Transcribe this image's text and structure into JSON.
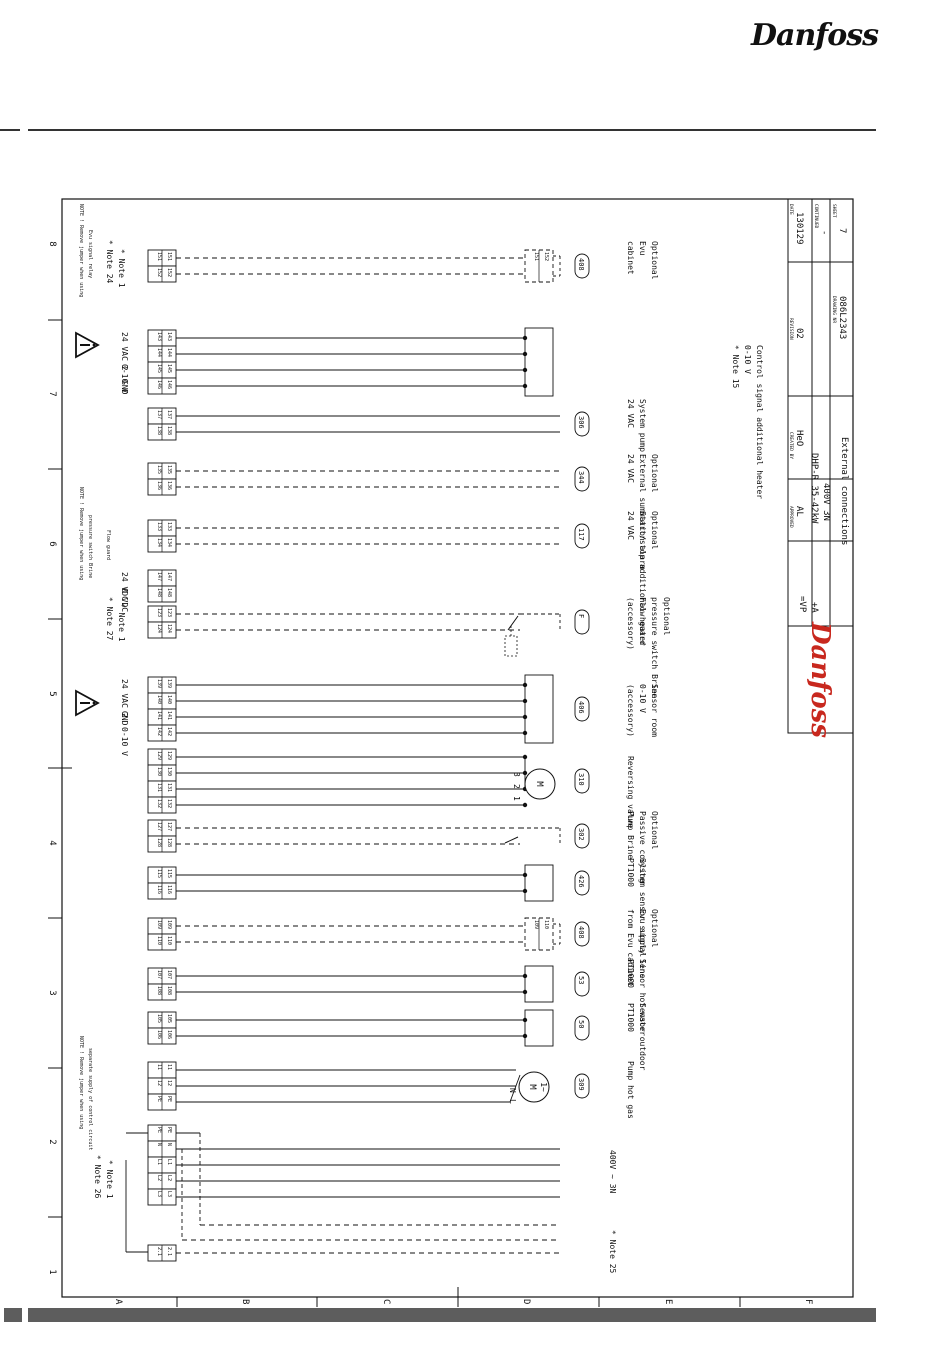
{
  "header": {
    "logo_text": "Danfoss"
  },
  "title_block": {
    "date_label": "DATE",
    "date_value": "130129",
    "continued_label": "CONTINUED",
    "continued_value": "-",
    "sheet_label": "SHEET",
    "sheet_value": "7",
    "revision_label": "REVISION",
    "revision_value": "02",
    "drawing_nr_label": "DRAWING NR",
    "drawing_nr_value": "086L2343",
    "created_by_label": "CREATED BY",
    "created_by_value": "HeO",
    "approved_label": "APPROVED",
    "approved_value": "AL",
    "product_line1": "DHP-R 35-42kW",
    "product_line2": "400V 3N",
    "product_line3": "External connections",
    "ref1": "=VP",
    "ref2": "+A",
    "logo_text": "Danfoss"
  },
  "grid": {
    "rows": [
      "1",
      "2",
      "3",
      "4",
      "5",
      "6",
      "7",
      "8"
    ],
    "cols": [
      "A",
      "B",
      "C",
      "D",
      "E",
      "F"
    ]
  },
  "notes": {
    "n8a": "NOTE ! Remove jumper when using",
    "n8b": "Evu signal relay",
    "n8c": "* Note 24",
    "n8d": "* Note 1",
    "n6a": "NOTE ! Remove jumper when using",
    "n6b": "pressure switch Brine",
    "n6c": "Flow guard",
    "n6d": "* Note 27",
    "n6e": "* Note 1",
    "n2a": "NOTE ! Remove jumper when using",
    "n2b": "separate supply of control circuit",
    "n2c": "* Note 26",
    "n2d": "* Note 1"
  },
  "groups": [
    {
      "terminals": [
        "151",
        "152"
      ],
      "sig": [],
      "labels": [
        "Optional",
        "Evu",
        "cabinet"
      ],
      "ref": "408"
    },
    {
      "terminals": [
        "143",
        "144",
        "145",
        "146"
      ],
      "sig": [
        "24 VAC 2",
        "",
        "0-10 V",
        "GND"
      ],
      "labels": [
        "Control signal additional heater",
        "0-10 V",
        "* Note 15"
      ],
      "ref": ""
    },
    {
      "terminals": [
        "137",
        "138"
      ],
      "sig": [],
      "labels": [
        "System pump",
        "24 VAC"
      ],
      "ref": "306"
    },
    {
      "terminals": [
        "135",
        "136"
      ],
      "sig": [],
      "labels": [
        "Optional",
        "External summation alarm",
        "24 VAC"
      ],
      "ref": "344"
    },
    {
      "terminals": [
        "133",
        "134"
      ],
      "sig": [],
      "labels": [
        "Optional",
        "Start/stop additional heater",
        "24 VAC"
      ],
      "ref": "117"
    },
    {
      "terminals": [
        "147",
        "148"
      ],
      "sig": [
        "24 VDC",
        "0 VDC"
      ],
      "labels": [],
      "ref": ""
    },
    {
      "terminals": [
        "123",
        "124"
      ],
      "sig": [],
      "labels": [
        "Optional",
        "pressure switch Brine",
        "Flow guard",
        "(accessory)"
      ],
      "ref": "F"
    },
    {
      "terminals": [
        "139",
        "140",
        "141",
        "142"
      ],
      "sig": [
        "24 VAC 2",
        "",
        "GND",
        "0-10 V"
      ],
      "labels": [
        "Sensor room",
        "0-10 V",
        "(accessory)"
      ],
      "ref": "406"
    },
    {
      "terminals": [
        "129",
        "130",
        "131",
        "132"
      ],
      "sig": [],
      "labels": [
        "Reversing valve"
      ],
      "ref": "310",
      "pins": [
        "1",
        "2",
        "3"
      ]
    },
    {
      "terminals": [
        "127",
        "128"
      ],
      "sig": [],
      "labels": [
        "Optional",
        "Passive cooling",
        "Pump Brine"
      ],
      "ref": "302"
    },
    {
      "terminals": [
        "115",
        "116"
      ],
      "sig": [],
      "labels": [
        "System sensor supply line",
        "PT1000"
      ],
      "ref": "426"
    },
    {
      "terminals": [
        "109",
        "110"
      ],
      "sig": [],
      "labels": [
        "Optional",
        "Evu signal",
        "from Evu cabinet"
      ],
      "ref": "408"
    },
    {
      "terminals": [
        "107",
        "108"
      ],
      "sig": [],
      "labels": [
        "Sensor hot-water",
        "PT1000"
      ],
      "ref": "53"
    },
    {
      "terminals": [
        "105",
        "106"
      ],
      "sig": [],
      "labels": [
        "Sensor outdoor",
        "PT1000"
      ],
      "ref": "50"
    },
    {
      "terminals": [
        "11",
        "12",
        "PE"
      ],
      "sig": [],
      "labels": [
        "Pump hot gas"
      ],
      "ref": "309",
      "pins": [
        "L",
        "N"
      ]
    },
    {
      "terminals": [
        "PE",
        "N",
        "L1",
        "L2",
        "L3"
      ],
      "sig": [],
      "labels": [
        "400V ~ 3N"
      ],
      "ref": ""
    },
    {
      "terminals": [
        "2.1"
      ],
      "sig": [],
      "labels": [
        "* Note 25"
      ],
      "ref": ""
    }
  ],
  "motor_labels": {
    "m1": "M",
    "m2": "1~"
  }
}
